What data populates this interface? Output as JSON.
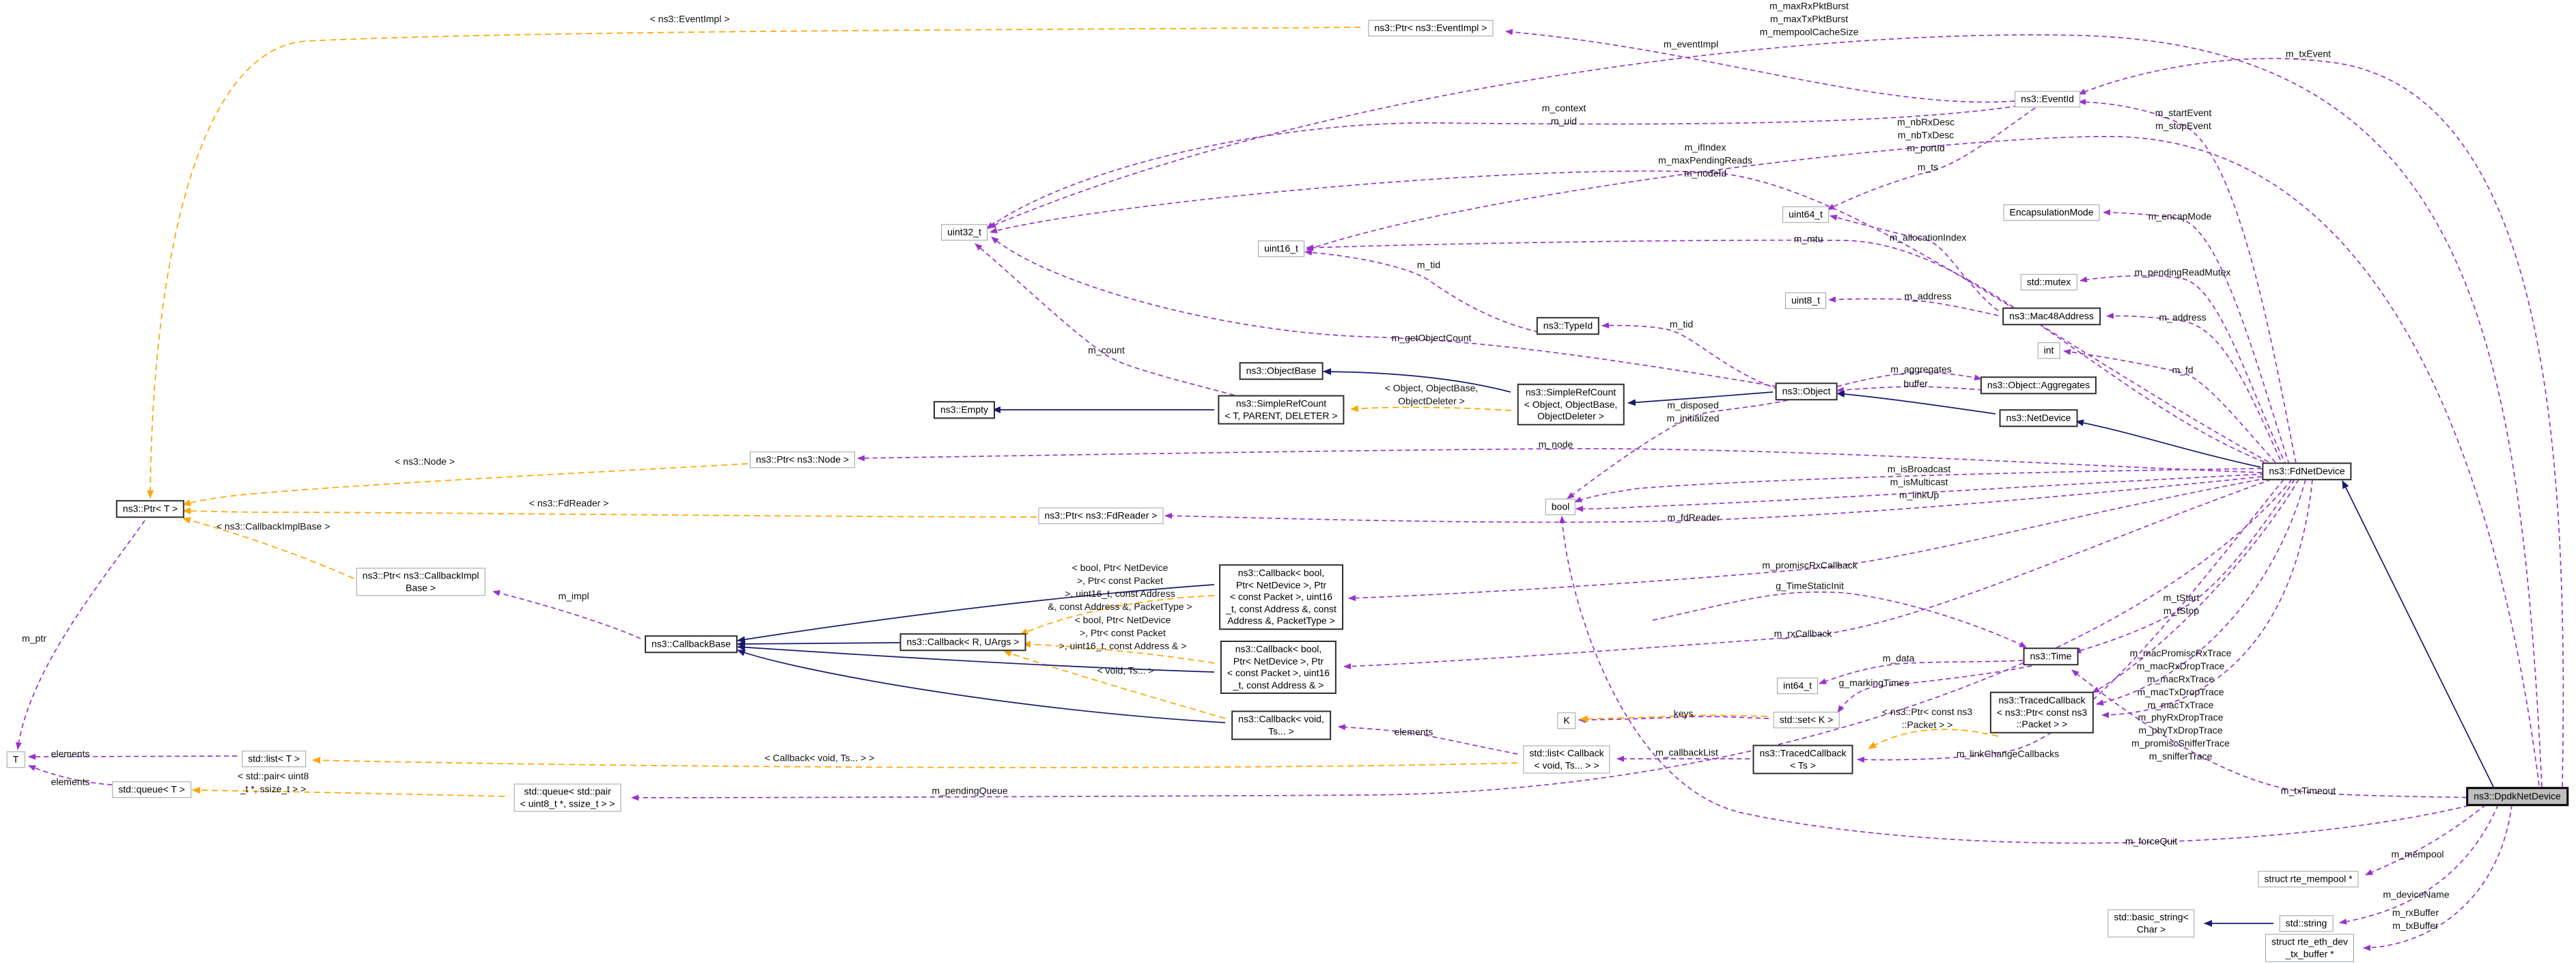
{
  "diagram": {
    "title": "ns3::DpdkNetDevice collaboration graph",
    "main_node_id": "dpdk",
    "colors": {
      "usage_edge": "#9a32cd",
      "template_edge": "#ffa500",
      "inheritance_edge": "#191970",
      "main_node_fill": "#bfbfbf"
    },
    "nodes": [
      {
        "id": "ptr_eventimpl",
        "label": "ns3::Ptr< ns3::EventImpl >",
        "style": "plain"
      },
      {
        "id": "eventid",
        "label": "ns3::EventId",
        "style": "plain"
      },
      {
        "id": "uint32",
        "label": "uint32_t",
        "style": "plain"
      },
      {
        "id": "uint16",
        "label": "uint16_t",
        "style": "plain"
      },
      {
        "id": "uint64",
        "label": "uint64_t",
        "style": "plain"
      },
      {
        "id": "encap",
        "label": "EncapsulationMode",
        "style": "plain"
      },
      {
        "id": "mutex",
        "label": "std::mutex",
        "style": "plain"
      },
      {
        "id": "uint8",
        "label": "uint8_t",
        "style": "plain"
      },
      {
        "id": "mac48",
        "label": "ns3::Mac48Address",
        "style": "bold"
      },
      {
        "id": "int",
        "label": "int",
        "style": "plain"
      },
      {
        "id": "typeid",
        "label": "ns3::TypeId",
        "style": "bold"
      },
      {
        "id": "objectbase",
        "label": "ns3::ObjectBase",
        "style": "bold"
      },
      {
        "id": "src_obj",
        "label": "ns3::SimpleRefCount\n< Object, ObjectBase,\nObjectDeleter >",
        "style": "bold"
      },
      {
        "id": "object",
        "label": "ns3::Object",
        "style": "bold"
      },
      {
        "id": "aggregates",
        "label": "ns3::Object::Aggregates",
        "style": "bold"
      },
      {
        "id": "netdevice",
        "label": "ns3::NetDevice",
        "style": "bold"
      },
      {
        "id": "empty",
        "label": "ns3::Empty",
        "style": "bold"
      },
      {
        "id": "src_t",
        "label": "ns3::SimpleRefCount\n< T, PARENT, DELETER >",
        "style": "bold"
      },
      {
        "id": "ptr_node",
        "label": "ns3::Ptr< ns3::Node >",
        "style": "plain"
      },
      {
        "id": "ptr_t",
        "label": "ns3::Ptr< T >",
        "style": "bold"
      },
      {
        "id": "ptr_fdreader",
        "label": "ns3::Ptr< ns3::FdReader >",
        "style": "plain"
      },
      {
        "id": "bool",
        "label": "bool",
        "style": "plain"
      },
      {
        "id": "fdnetdevice",
        "label": "ns3::FdNetDevice",
        "style": "bold"
      },
      {
        "id": "ptr_cbimpl",
        "label": "ns3::Ptr< ns3::CallbackImpl\nBase >",
        "style": "plain"
      },
      {
        "id": "callbackbase",
        "label": "ns3::CallbackBase",
        "style": "bold"
      },
      {
        "id": "cb_r",
        "label": "ns3::Callback< R, UArgs >",
        "style": "bold"
      },
      {
        "id": "cb_bool6",
        "label": "ns3::Callback< bool,\nPtr< NetDevice >, Ptr\n< const Packet >, uint16\n_t, const Address &, const\nAddress &, PacketType >",
        "style": "bold"
      },
      {
        "id": "cb_bool5",
        "label": "ns3::Callback< bool,\nPtr< NetDevice >, Ptr\n< const Packet >, uint16\n_t, const Address & >",
        "style": "bold"
      },
      {
        "id": "cb_void",
        "label": "ns3::Callback< void,\nTs... >",
        "style": "bold"
      },
      {
        "id": "time",
        "label": "ns3::Time",
        "style": "bold"
      },
      {
        "id": "int64",
        "label": "int64_t",
        "style": "plain"
      },
      {
        "id": "set_k",
        "label": "std::set< K >",
        "style": "plain"
      },
      {
        "id": "k",
        "label": "K",
        "style": "plain"
      },
      {
        "id": "tc_packet",
        "label": "ns3::TracedCallback\n< ns3::Ptr< const ns3\n::Packet > >",
        "style": "bold"
      },
      {
        "id": "list_cb",
        "label": "std::list< Callback\n< void, Ts... > >",
        "style": "plain"
      },
      {
        "id": "tc_ts",
        "label": "ns3::TracedCallback\n< Ts >",
        "style": "bold"
      },
      {
        "id": "t",
        "label": "T",
        "style": "plain"
      },
      {
        "id": "list_t",
        "label": "std::list< T >",
        "style": "plain"
      },
      {
        "id": "queue_t",
        "label": "std::queue< T >",
        "style": "plain"
      },
      {
        "id": "queue_pair",
        "label": "std::queue< std::pair\n< uint8_t *, ssize_t > >",
        "style": "plain"
      },
      {
        "id": "dpdk",
        "label": "ns3::DpdkNetDevice",
        "style": "main"
      },
      {
        "id": "rte_mempool",
        "label": "struct rte_mempool *",
        "style": "plain"
      },
      {
        "id": "basic_string",
        "label": "std::basic_string<\nChar >",
        "style": "plain"
      },
      {
        "id": "string",
        "label": "std::string",
        "style": "plain"
      },
      {
        "id": "rte_eth",
        "label": "struct rte_eth_dev\n_tx_buffer *",
        "style": "plain"
      }
    ],
    "edge_labels": [
      {
        "id": "tpl_eventimpl",
        "text": "< ns3::EventImpl >"
      },
      {
        "id": "burst",
        "text": "m_maxRxPktBurst\nm_maxTxPktBurst\nm_mempoolCacheSize"
      },
      {
        "id": "m_eventImpl",
        "text": "m_eventImpl"
      },
      {
        "id": "m_txEvent",
        "text": "m_txEvent"
      },
      {
        "id": "m_context_uid",
        "text": "m_context\nm_uid"
      },
      {
        "id": "m_startstop",
        "text": "m_startEvent\nm_stopEvent"
      },
      {
        "id": "nbdesc",
        "text": "m_nbRxDesc\nm_nbTxDesc\nm_portId"
      },
      {
        "id": "m_ts",
        "text": "m_ts"
      },
      {
        "id": "ifindex",
        "text": "m_ifIndex\nm_maxPendingReads\nm_nodeId"
      },
      {
        "id": "m_encapMode",
        "text": "m_encapMode"
      },
      {
        "id": "m_mtu",
        "text": "m_mtu"
      },
      {
        "id": "m_allocationIndex",
        "text": "m_allocationIndex"
      },
      {
        "id": "m_tid2",
        "text": "m_tid"
      },
      {
        "id": "m_pendingReadMutex",
        "text": "m_pendingReadMutex"
      },
      {
        "id": "m_address_u8",
        "text": "m_address"
      },
      {
        "id": "m_address_mac",
        "text": "m_address"
      },
      {
        "id": "m_tid",
        "text": "m_tid"
      },
      {
        "id": "m_getObjectCount",
        "text": "m_getObjectCount"
      },
      {
        "id": "m_count",
        "text": "m_count"
      },
      {
        "id": "m_fd",
        "text": "m_fd"
      },
      {
        "id": "m_aggregates",
        "text": "m_aggregates"
      },
      {
        "id": "buffer",
        "text": "buffer"
      },
      {
        "id": "tpl_obj",
        "text": "< Object, ObjectBase,\nObjectDeleter >"
      },
      {
        "id": "m_disposed",
        "text": "m_disposed\nm_initialized"
      },
      {
        "id": "m_node",
        "text": "m_node"
      },
      {
        "id": "tpl_node",
        "text": "< ns3::Node >"
      },
      {
        "id": "m_isB",
        "text": "m_isBroadcast\nm_isMulticast\nm_linkUp"
      },
      {
        "id": "tpl_fdreader",
        "text": "< ns3::FdReader >"
      },
      {
        "id": "m_fdReader",
        "text": "m_fdReader"
      },
      {
        "id": "tpl_cbimpl",
        "text": "< ns3::CallbackImplBase >"
      },
      {
        "id": "m_promiscRxCallback",
        "text": "m_promiscRxCallback"
      },
      {
        "id": "g_TimeStaticInit",
        "text": "g_TimeStaticInit"
      },
      {
        "id": "m_impl",
        "text": "m_impl"
      },
      {
        "id": "tpl_cb6",
        "text": "< bool, Ptr< NetDevice\n>, Ptr< const Packet\n>, uint16_t, const Address\n&, const Address &, PacketType >"
      },
      {
        "id": "m_tStartStop",
        "text": "m_tStart\nm_tStop"
      },
      {
        "id": "m_rxCallback",
        "text": "m_rxCallback"
      },
      {
        "id": "tpl_cb5",
        "text": "< bool, Ptr< NetDevice\n>, Ptr< const Packet\n>, uint16_t, const Address & >"
      },
      {
        "id": "m_ptr",
        "text": "m_ptr"
      },
      {
        "id": "traces",
        "text": "m_macPromiscRxTrace\nm_macRxDropTrace\nm_macRxTrace\nm_macTxDropTrace\nm_macTxTrace\nm_phyRxDropTrace\nm_phyTxDropTrace\nm_promiscSnifferTrace\nm_snifferTrace"
      },
      {
        "id": "m_data",
        "text": "m_data"
      },
      {
        "id": "tpl_void",
        "text": "< void, Ts... >"
      },
      {
        "id": "g_markingTimes",
        "text": "g_markingTimes"
      },
      {
        "id": "keys",
        "text": "keys"
      },
      {
        "id": "tpl_packet",
        "text": "< ns3::Ptr< const ns3\n::Packet > >"
      },
      {
        "id": "elements_cb",
        "text": "elements"
      },
      {
        "id": "elements_list",
        "text": "elements"
      },
      {
        "id": "m_callbackList",
        "text": "m_callbackList"
      },
      {
        "id": "m_linkChangeCallbacks",
        "text": "m_linkChangeCallbacks"
      },
      {
        "id": "tpl_listcb",
        "text": "< Callback< void, Ts... > >"
      },
      {
        "id": "elements_q",
        "text": "elements"
      },
      {
        "id": "tpl_pair",
        "text": "< std::pair< uint8\n_t *, ssize_t > >"
      },
      {
        "id": "m_pendingQueue",
        "text": "m_pendingQueue"
      },
      {
        "id": "m_txTimeout",
        "text": "m_txTimeout"
      },
      {
        "id": "m_forceQuit",
        "text": "m_forceQuit"
      },
      {
        "id": "m_mempool",
        "text": "m_mempool"
      },
      {
        "id": "m_deviceName",
        "text": "m_deviceName"
      },
      {
        "id": "m_buffers",
        "text": "m_rxBuffer\nm_txBuffer"
      }
    ]
  }
}
